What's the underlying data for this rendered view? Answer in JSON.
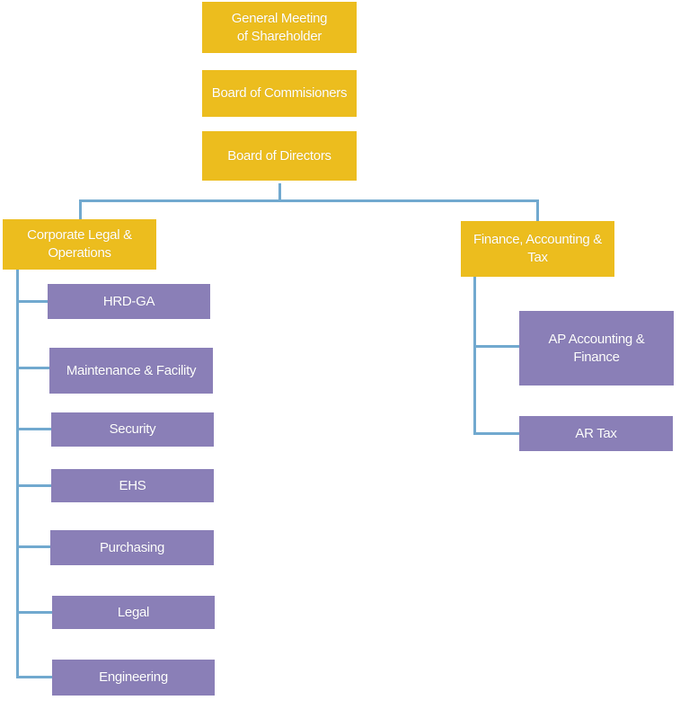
{
  "colors": {
    "executive_box": "#ecbd1e",
    "department_box": "#8a7fb7",
    "connector": "#71a9cf",
    "box_text": "#ffffff"
  },
  "executive": {
    "gms": "General Meeting\nof Shareholder",
    "boc": "Board of Commisioners",
    "bod": "Board of Directors"
  },
  "divisions": {
    "corporate_legal_ops": {
      "label": "Corporate Legal &\nOperations",
      "departments": [
        "HRD-GA",
        "Maintenance & Facility",
        "Security",
        "EHS",
        "Purchasing",
        "Legal",
        "Engineering"
      ]
    },
    "finance_accounting_tax": {
      "label": "Finance, Accounting &\nTax",
      "departments": [
        "AP Accounting &\nFinance",
        "AR Tax"
      ]
    }
  }
}
